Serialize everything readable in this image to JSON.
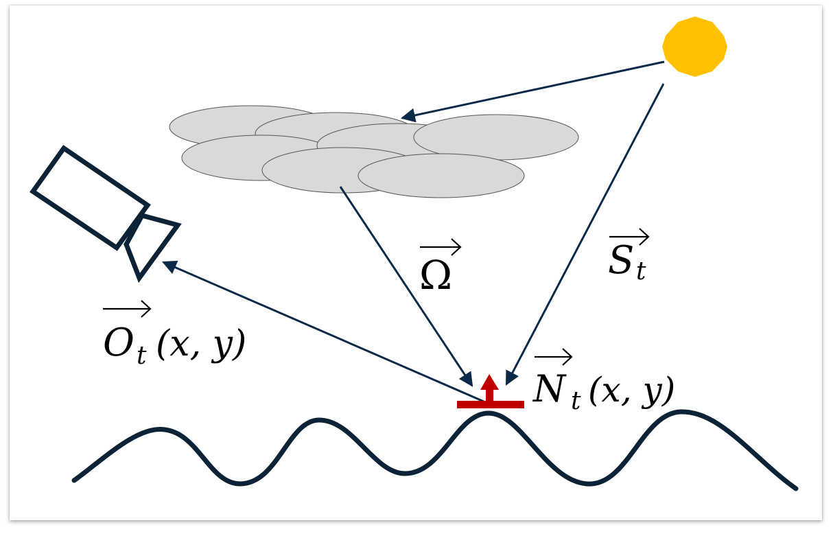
{
  "labels": {
    "omega": {
      "sym": "Ω"
    },
    "sun_dir": {
      "sym": "S",
      "sub": "t"
    },
    "observer": {
      "sym": "O",
      "sub": "t",
      "args": "(x, y)"
    },
    "normal": {
      "sym": "N",
      "sub": "t",
      "args": "(x, y)"
    }
  },
  "colors": {
    "arrow": "#0b2a4a",
    "sun": "#ffc000",
    "cloud_fill": "#d9d9d9",
    "cloud_stroke": "#555555",
    "normal_marker": "#c00000",
    "terrain": "#0c2236",
    "camera": "#0c2236"
  },
  "icons": {
    "sun": "sun-icon",
    "camera": "camera-icon",
    "cloud": "cloud-icon"
  }
}
